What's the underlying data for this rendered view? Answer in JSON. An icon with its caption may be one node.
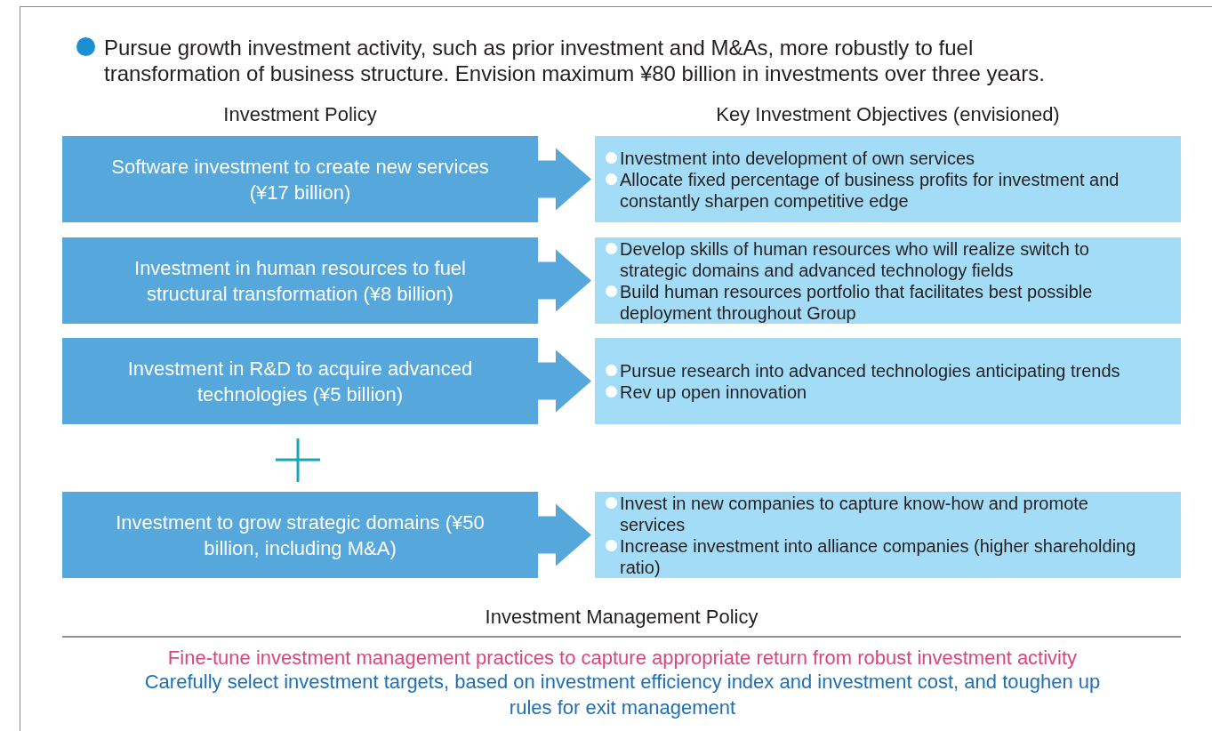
{
  "diagram": {
    "nodes": [
      {
        "text": [
          "Software investment to create new services (¥17 billion)"
        ]
      },
      {
        "text": [
          "Investment into development of own services",
          "Allocate fixed percentage of business profits for investment and constantly sharpen competitive edge"
        ]
      },
      {
        "text": [
          "Investment in human resources to fuel structural transformation (¥8 billion)"
        ]
      },
      {
        "text": [
          "Develop skills of human resources who will realize switch to strategic domains and advanced technology fields",
          "Build human resources portfolio that facilitates best possible deployment throughout Group"
        ]
      },
      {
        "text": [
          "Investment in R&D to acquire advanced technologies (¥5 billion)"
        ]
      },
      {
        "text": [
          "Pursue research into advanced technologies anticipating trends",
          "Rev up open innovation"
        ]
      },
      {
        "text": [
          "Investment to grow strategic domains (¥50 billion, including M&A)"
        ]
      },
      {
        "text": [
          "Invest in new companies to capture know-how and promote services",
          "Increase investment into alliance companies (higher shareholding ratio)"
        ]
      }
    ],
    "edges": [
      {
        "from": 0,
        "to": 1,
        "arrow": "to"
      },
      {
        "from": 2,
        "to": 3,
        "arrow": "to"
      },
      {
        "from": 4,
        "to": 5,
        "arrow": "to"
      },
      {
        "from": 6,
        "to": 7,
        "arrow": "to"
      }
    ],
    "labels": [
      "Pursue growth investment activity, such as prior investment and M&As, more robustly to fuel transformation of business structure. Envision maximum ¥80 billion in investments over three years.",
      "Investment Policy",
      "Key Investment Objectives (envisioned)",
      "Investment Management Policy",
      "Fine-tune investment management practices to capture appropriate return from robust investment activity",
      "Carefully select investment targets, based on investment efficiency index and investment cost, and toughen up rules for exit management"
    ]
  }
}
